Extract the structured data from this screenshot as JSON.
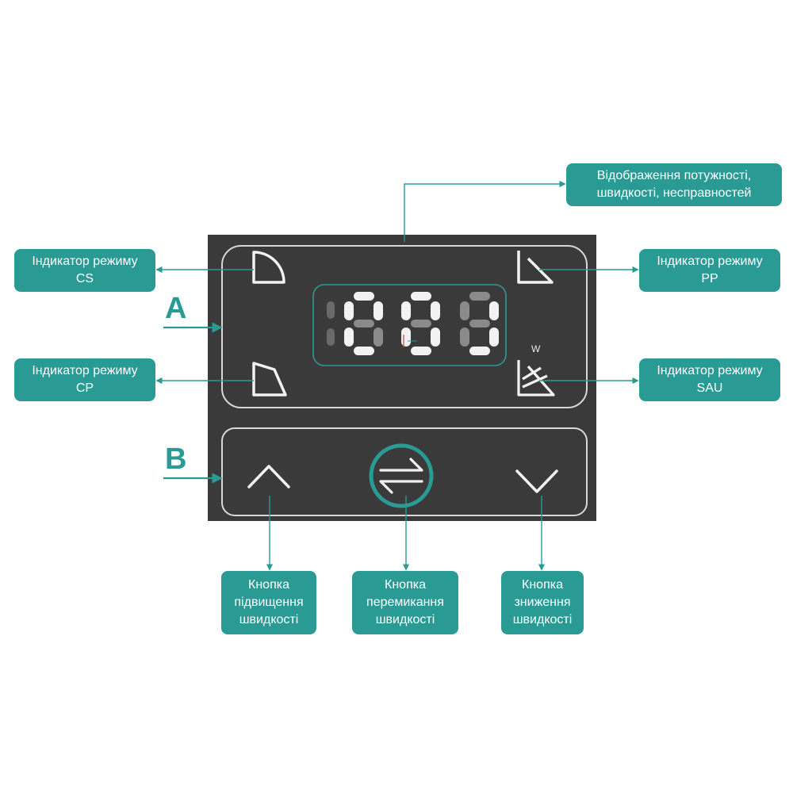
{
  "labels": {
    "display": [
      "Відображення потужності,",
      "швидкості, несправностей"
    ],
    "cs": [
      "Індикатор режиму",
      "CS"
    ],
    "cp": [
      "Індикатор режиму",
      "CP"
    ],
    "pp": [
      "Індикатор режиму",
      "PP"
    ],
    "sau": [
      "Індикатор режиму",
      "SAU"
    ],
    "btn_up": [
      "Кнопка",
      "підвищення",
      "швидкості"
    ],
    "btn_switch": [
      "Кнопка",
      "перемикання",
      "швидкості"
    ],
    "btn_down": [
      "Кнопка",
      "зниження",
      "швидкості"
    ]
  },
  "sections": {
    "a": "A",
    "b": "B"
  },
  "display": {
    "digits": "8",
    "unit": "W"
  },
  "colors": {
    "accent": "#2a9a95",
    "panel": "#3a3a3a",
    "line": "#e8e8e8"
  },
  "icons": {
    "cs": "quarter-circle-mode-icon",
    "cp": "trapezoid-mode-icon",
    "pp": "slanted-mode-icon",
    "sau": "fan-lines-mode-icon",
    "up": "chevron-up-icon",
    "switch": "switch-arrows-icon",
    "down": "chevron-down-icon"
  }
}
